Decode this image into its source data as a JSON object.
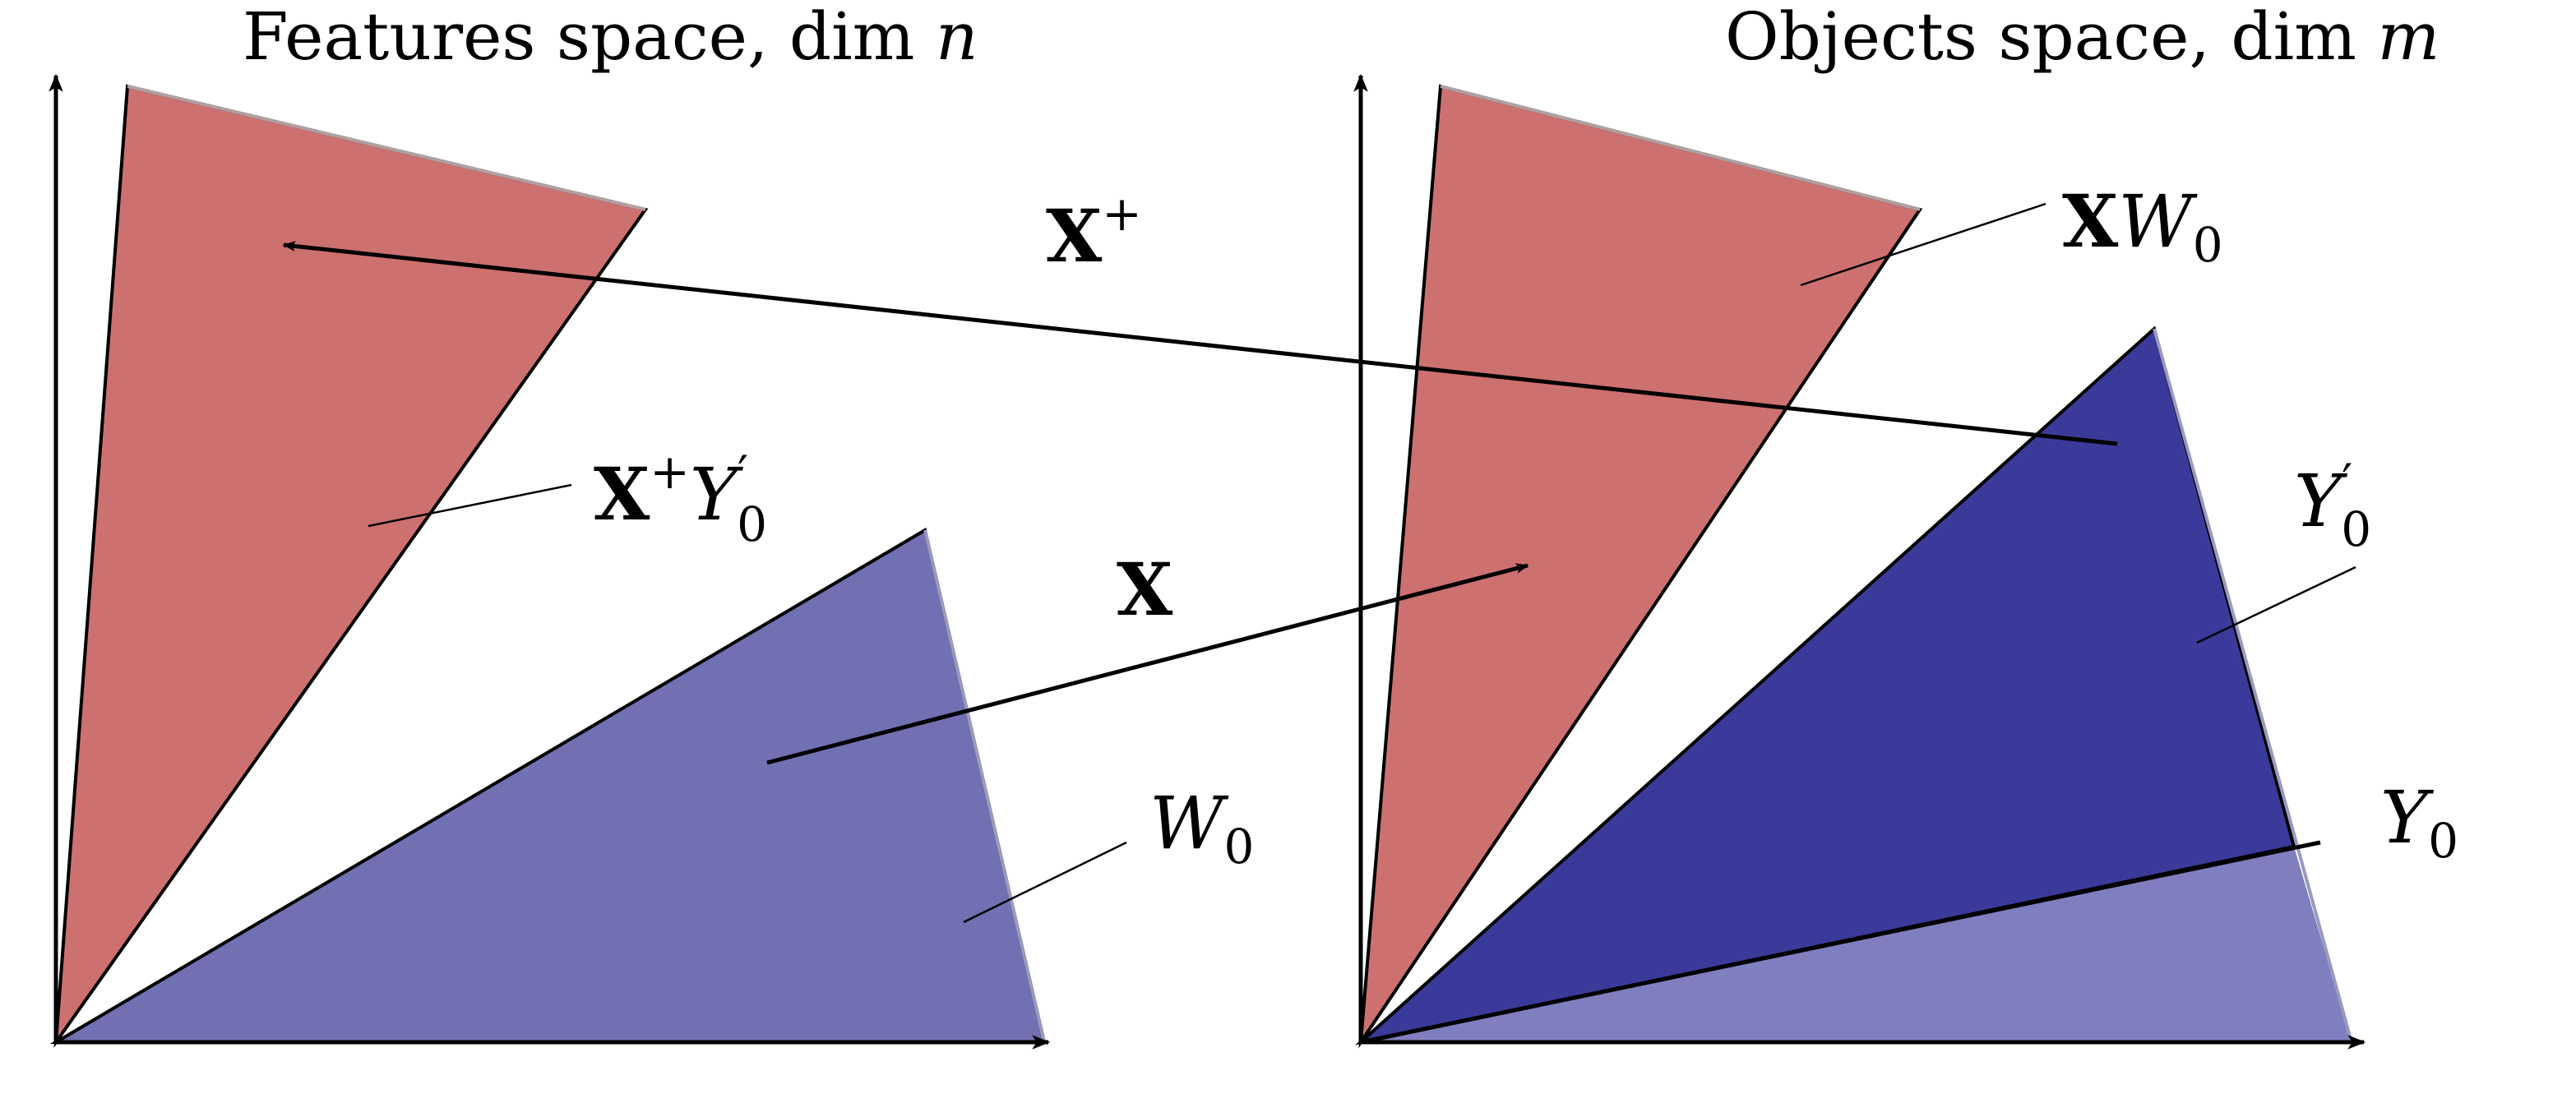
{
  "titles": {
    "features_title_text": "Features space, dim ",
    "features_title_var": "n",
    "objects_title_text": "Objects space, dim ",
    "objects_title_var": "m"
  },
  "labels": {
    "x_plus_bold": "X",
    "x_plus_sup": "+",
    "x_plus_y0prime_bold": "X",
    "x_plus_y0prime_sup": "+",
    "x_plus_y0prime_script": "Y",
    "x_plus_y0prime_prime": "′",
    "x_plus_y0prime_sub": "0",
    "x_bold": "X",
    "w0_script": "W",
    "w0_sub": "0",
    "xw0_bold": "X",
    "xw0_script": "W",
    "xw0_sub": "0",
    "y0prime_script": "Y",
    "y0prime_prime": "′",
    "y0prime_sub": "0",
    "y0_script": "Y",
    "y0_sub": "0"
  },
  "colors": {
    "red_cone": "#cd7070",
    "light_blue_cone": "#7070b2",
    "dark_blue_cone": "#3a3a9a",
    "lighter_blue_cone": "#7f7fbf"
  }
}
